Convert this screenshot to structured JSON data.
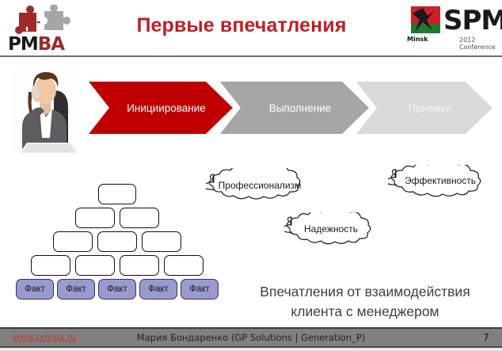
{
  "slide": {
    "title": "Первые впечатления",
    "title_color": "#bf2026",
    "background": "#ffffff"
  },
  "logos": {
    "pmba": {
      "name": "pmba-logo",
      "text_dark": "PM",
      "text_red": "BA",
      "piece_red_color": "#9e2a2b",
      "piece_gray_color": "#a6a6a6"
    },
    "spm": {
      "name": "spm-logo",
      "word": "SPM",
      "city": "Minsk",
      "conference": "2012 Conference",
      "flag_red": "#cc1f27",
      "flag_green": "#1d7a33",
      "word_color": "#1a1a1a"
    }
  },
  "photo": {
    "alt": "businesswoman-on-phone-with-laptop"
  },
  "process": {
    "steps": [
      {
        "label": "Инициирование",
        "color": "#c00000",
        "text_color": "#ffffff"
      },
      {
        "label": "Выполнение",
        "color": "#a6a6a6",
        "text_color": "#ffffff"
      },
      {
        "label": "Приемка",
        "color": "#d9d9d9",
        "text_color": "#f2f2f2"
      }
    ]
  },
  "pyramid": {
    "rows": [
      {
        "count": 1,
        "label": "",
        "filled": false
      },
      {
        "count": 2,
        "label": "",
        "filled": false
      },
      {
        "count": 3,
        "label": "",
        "filled": false
      },
      {
        "count": 4,
        "label": "",
        "filled": false
      },
      {
        "count": 5,
        "label": "Факт",
        "filled": true
      }
    ],
    "fact_label": "Факт",
    "fact_fill": "#9a9ad0",
    "fact_border": "#333366"
  },
  "clouds": [
    {
      "label": "Профессионализм"
    },
    {
      "label": "Эффективность"
    },
    {
      "label": "Надежность"
    }
  ],
  "caption": {
    "line1": "Впечатления от взаимодействия",
    "line2": "клиента с менеджером",
    "color": "#404040"
  },
  "footer": {
    "link": "www.pm-ba.ru",
    "link_color": "#c0392b",
    "center": "Мария Бондаренко (GP Solutions | Generation_P)",
    "page": "7",
    "bar_color": "#808080"
  }
}
